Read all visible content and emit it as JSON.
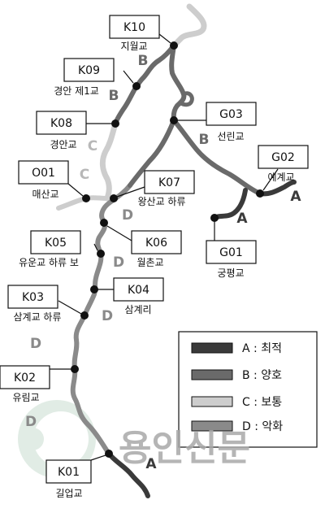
{
  "colors": {
    "A": "#3a3a3a",
    "B": "#6a6a6a",
    "C": "#cdcdcd",
    "D": "#8a8a8a",
    "marker": "#111111",
    "watermark": "#a9a9a9"
  },
  "stations": [
    {
      "id": "K10",
      "name": "지월교"
    },
    {
      "id": "K09",
      "name": "경안 제1교"
    },
    {
      "id": "K08",
      "name": "경안교"
    },
    {
      "id": "O01",
      "name": "매산교"
    },
    {
      "id": "K07",
      "name": "왕산교 하류"
    },
    {
      "id": "K06",
      "name": "월촌교"
    },
    {
      "id": "K05",
      "name": "유운교 하류 보"
    },
    {
      "id": "K04",
      "name": "삼계리"
    },
    {
      "id": "K03",
      "name": "삼계교 하류"
    },
    {
      "id": "K02",
      "name": "유림교"
    },
    {
      "id": "K01",
      "name": "길업교"
    },
    {
      "id": "G03",
      "name": "선린교"
    },
    {
      "id": "G02",
      "name": "예계교"
    },
    {
      "id": "G01",
      "name": "궁평교"
    }
  ],
  "grade_letters": [
    "B",
    "B",
    "C",
    "C",
    "D",
    "D",
    "D",
    "D",
    "D",
    "A",
    "B",
    "A",
    "A"
  ],
  "legend": [
    {
      "key": "A",
      "label": "A : 최적"
    },
    {
      "key": "B",
      "label": "B : 양호"
    },
    {
      "key": "C",
      "label": "C : 보통"
    },
    {
      "key": "D",
      "label": "D : 악화"
    }
  ],
  "watermark": {
    "text": "용인신문",
    "logo": "yongin-shinmun-logo"
  }
}
